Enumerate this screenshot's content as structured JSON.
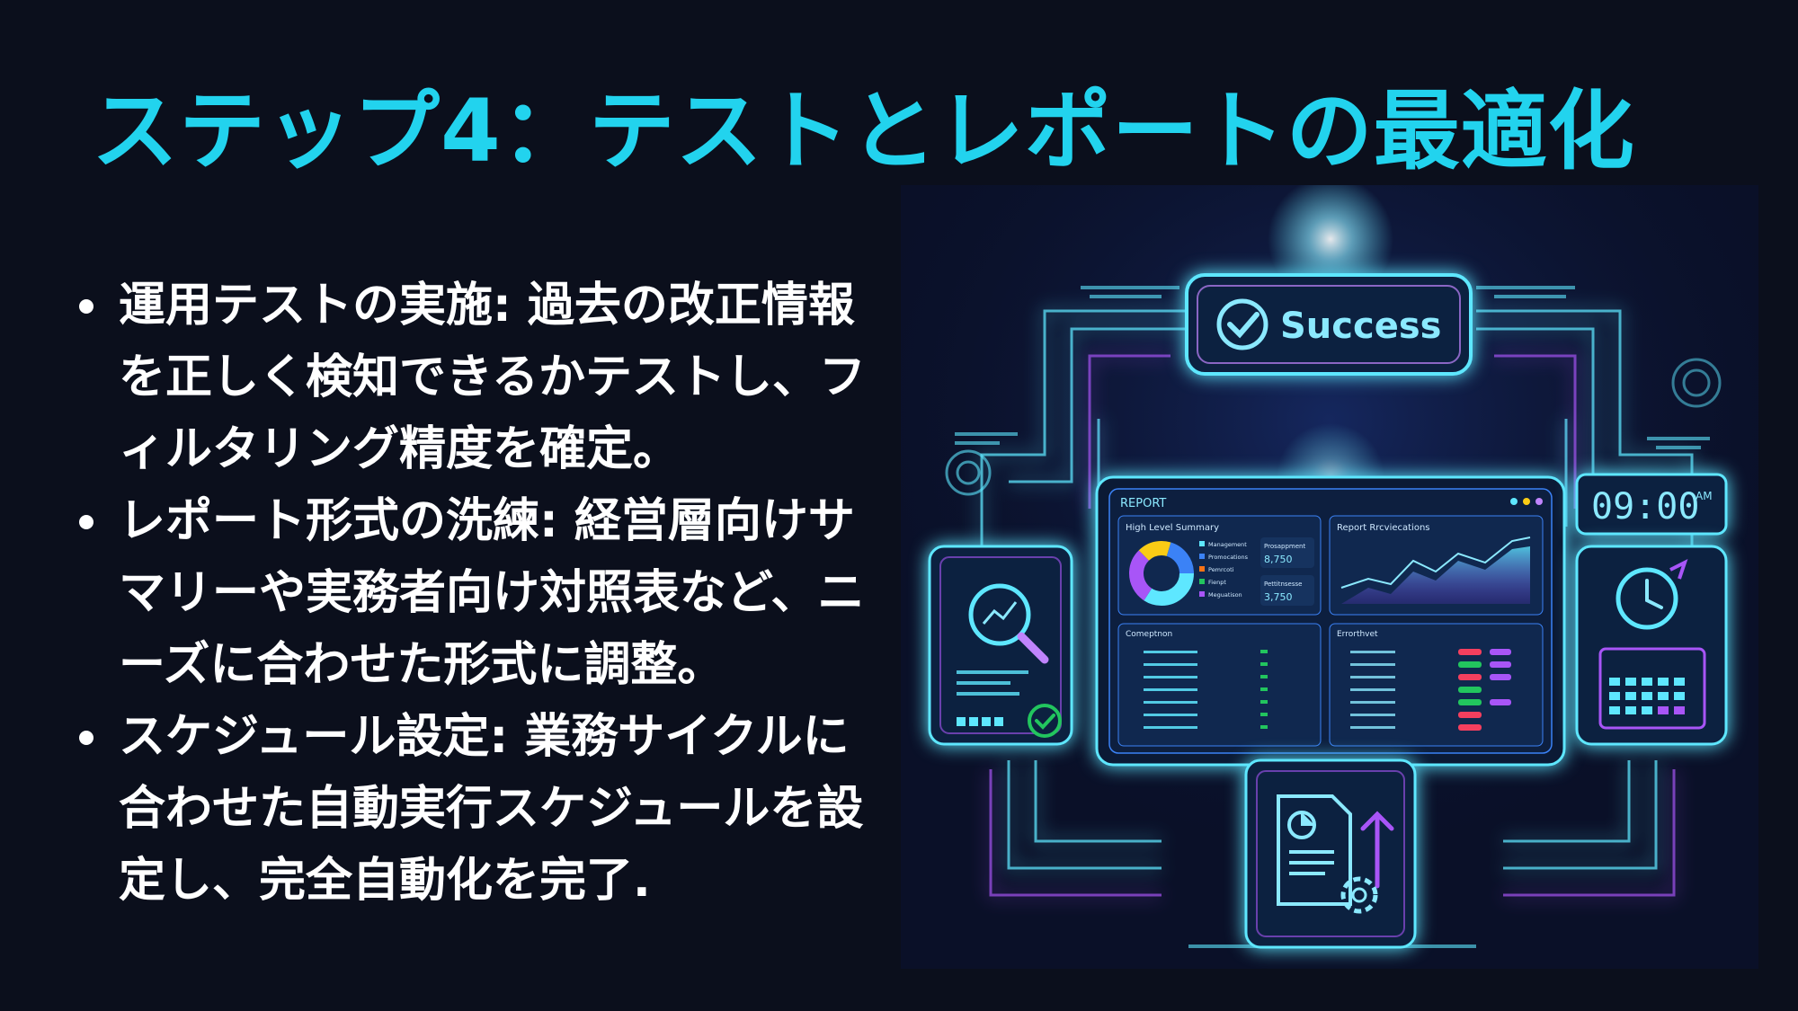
{
  "slide": {
    "title": "ステップ4：テストとレポートの最適化",
    "bullets": [
      "運用テストの実施: 過去の改正情報を正しく検知できるかテストし、フィルタリング精度を確定。",
      "レポート形式の洗練: 経営層向けサマリーや実務者向け対照表など、ニーズに合わせた形式に調整。",
      "スケジュール設定: 業務サイクルに合わせた自動実行スケジュールを設定し、完全自動化を完了."
    ]
  },
  "illustration": {
    "success_label": "Success",
    "time": "09:00",
    "ampm": "AM",
    "report_title": "REPORT",
    "summary_title": "High Level Summary",
    "recommendations_title": "Report Rrcviecations",
    "comparison_title": "Comeptnon",
    "errors_title": "Errorthvet",
    "legend": [
      "Management",
      "Promocations",
      "Pemrcoti",
      "Fienpt",
      "Meguatison"
    ],
    "stat1_label": "Prosappment",
    "stat1_value": "8,750",
    "stat2_label": "Pettitnsesse",
    "stat2_value": "3,750",
    "colors": {
      "title": "#22d3ee",
      "cyan": "#5ee7ff",
      "purple": "#a855f7",
      "green": "#22c55e"
    }
  }
}
